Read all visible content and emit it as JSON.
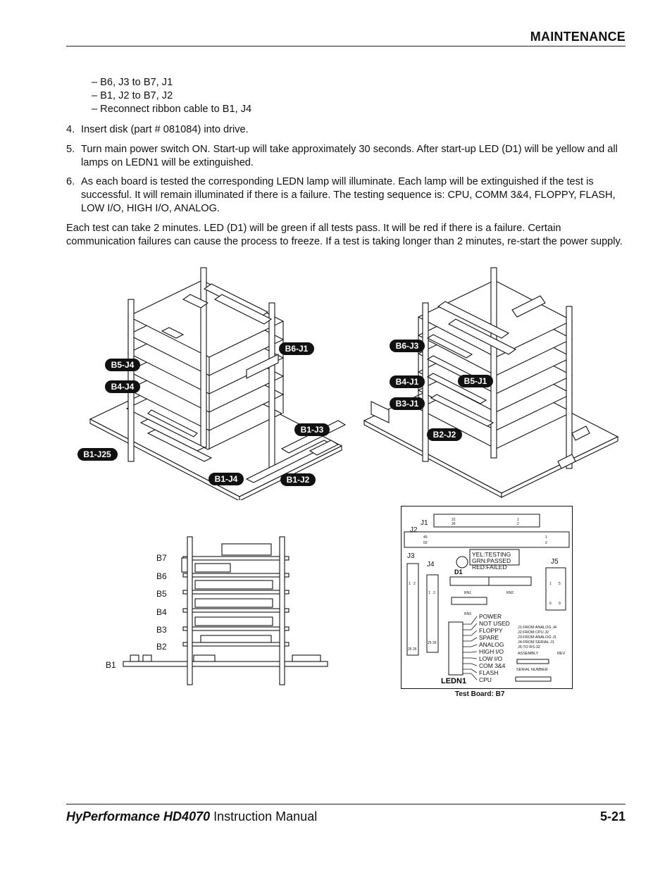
{
  "header": {
    "section": "MAINTENANCE"
  },
  "steps_sub": [
    "– B6, J3 to B7, J1",
    "– B1, J2 to B7, J2",
    "– Reconnect ribbon cable to B1, J4"
  ],
  "steps": [
    {
      "num": "4.",
      "text": "Insert disk (part # 081084) into drive."
    },
    {
      "num": "5.",
      "text": "Turn main power switch ON. Start-up will take approximately 30 seconds. After start-up LED (D1) will be yellow and all lamps on LEDN1 will be extinguished."
    },
    {
      "num": "6.",
      "text": "As each board is tested the corresponding LEDN lamp will illuminate. Each lamp will be extinguished if the test is successful. It will remain illuminated if there is a failure. The testing sequence is: CPU, COMM 3&4, FLOPPY, FLASH, LOW I/O, HIGH I/O, ANALOG."
    }
  ],
  "paragraph": "Each test can take 2 minutes. LED (D1) will be green if all tests pass. It will be red if there is a failure. Certain communication failures can cause the process to freeze. If a test is taking longer than 2 minutes, re-start the power supply.",
  "figure_left_labels": [
    "B6-J1",
    "B5-J4",
    "B4-J4",
    "B1-J3",
    "B1-J25",
    "B1-J4",
    "B1-J2"
  ],
  "figure_right_labels": [
    "B6-J3",
    "B4-J1",
    "B5-J1",
    "B3-J1",
    "B2-J2"
  ],
  "side_labels": [
    "B7",
    "B6",
    "B5",
    "B4",
    "B3",
    "B2",
    "B1"
  ],
  "test_board": {
    "connectors": [
      "J1",
      "J2",
      "J3",
      "J4",
      "J5"
    ],
    "pins": [
      "31",
      "1",
      "26",
      "2",
      "49",
      "1",
      "50",
      "2",
      "1",
      "2",
      "1",
      "2",
      "25 26",
      "25 26",
      "1",
      "5",
      "6",
      "9"
    ],
    "led_legend": [
      "YEL:TESTING",
      "GRN:PASSED",
      "RED:FAILED"
    ],
    "d1": "D1",
    "rn": [
      "RN1",
      "RN2",
      "RN3"
    ],
    "lamps": [
      "POWER",
      "NOT USED",
      "FLOPPY",
      "SPARE",
      "ANALOG",
      "HIGH I/O",
      "LOW I/O",
      "COM 3&4",
      "FLASH",
      "CPU"
    ],
    "ledn": "LEDN1",
    "jnotes": [
      "J1:FROM ANALOG J4",
      "J2:FROM CPU J2",
      "J3:FROM ANALOG J1",
      "J4:FROM SERIAL J1",
      "J5:TO RS-32"
    ],
    "assembly": "ASSEMBLY",
    "rev": "REV",
    "serial": "SERIAL NUMBER",
    "caption": "Test Board: B7"
  },
  "footer": {
    "brand": "HyPerformance HD4070",
    "manual": "Instruction Manual",
    "page": "5-21"
  }
}
